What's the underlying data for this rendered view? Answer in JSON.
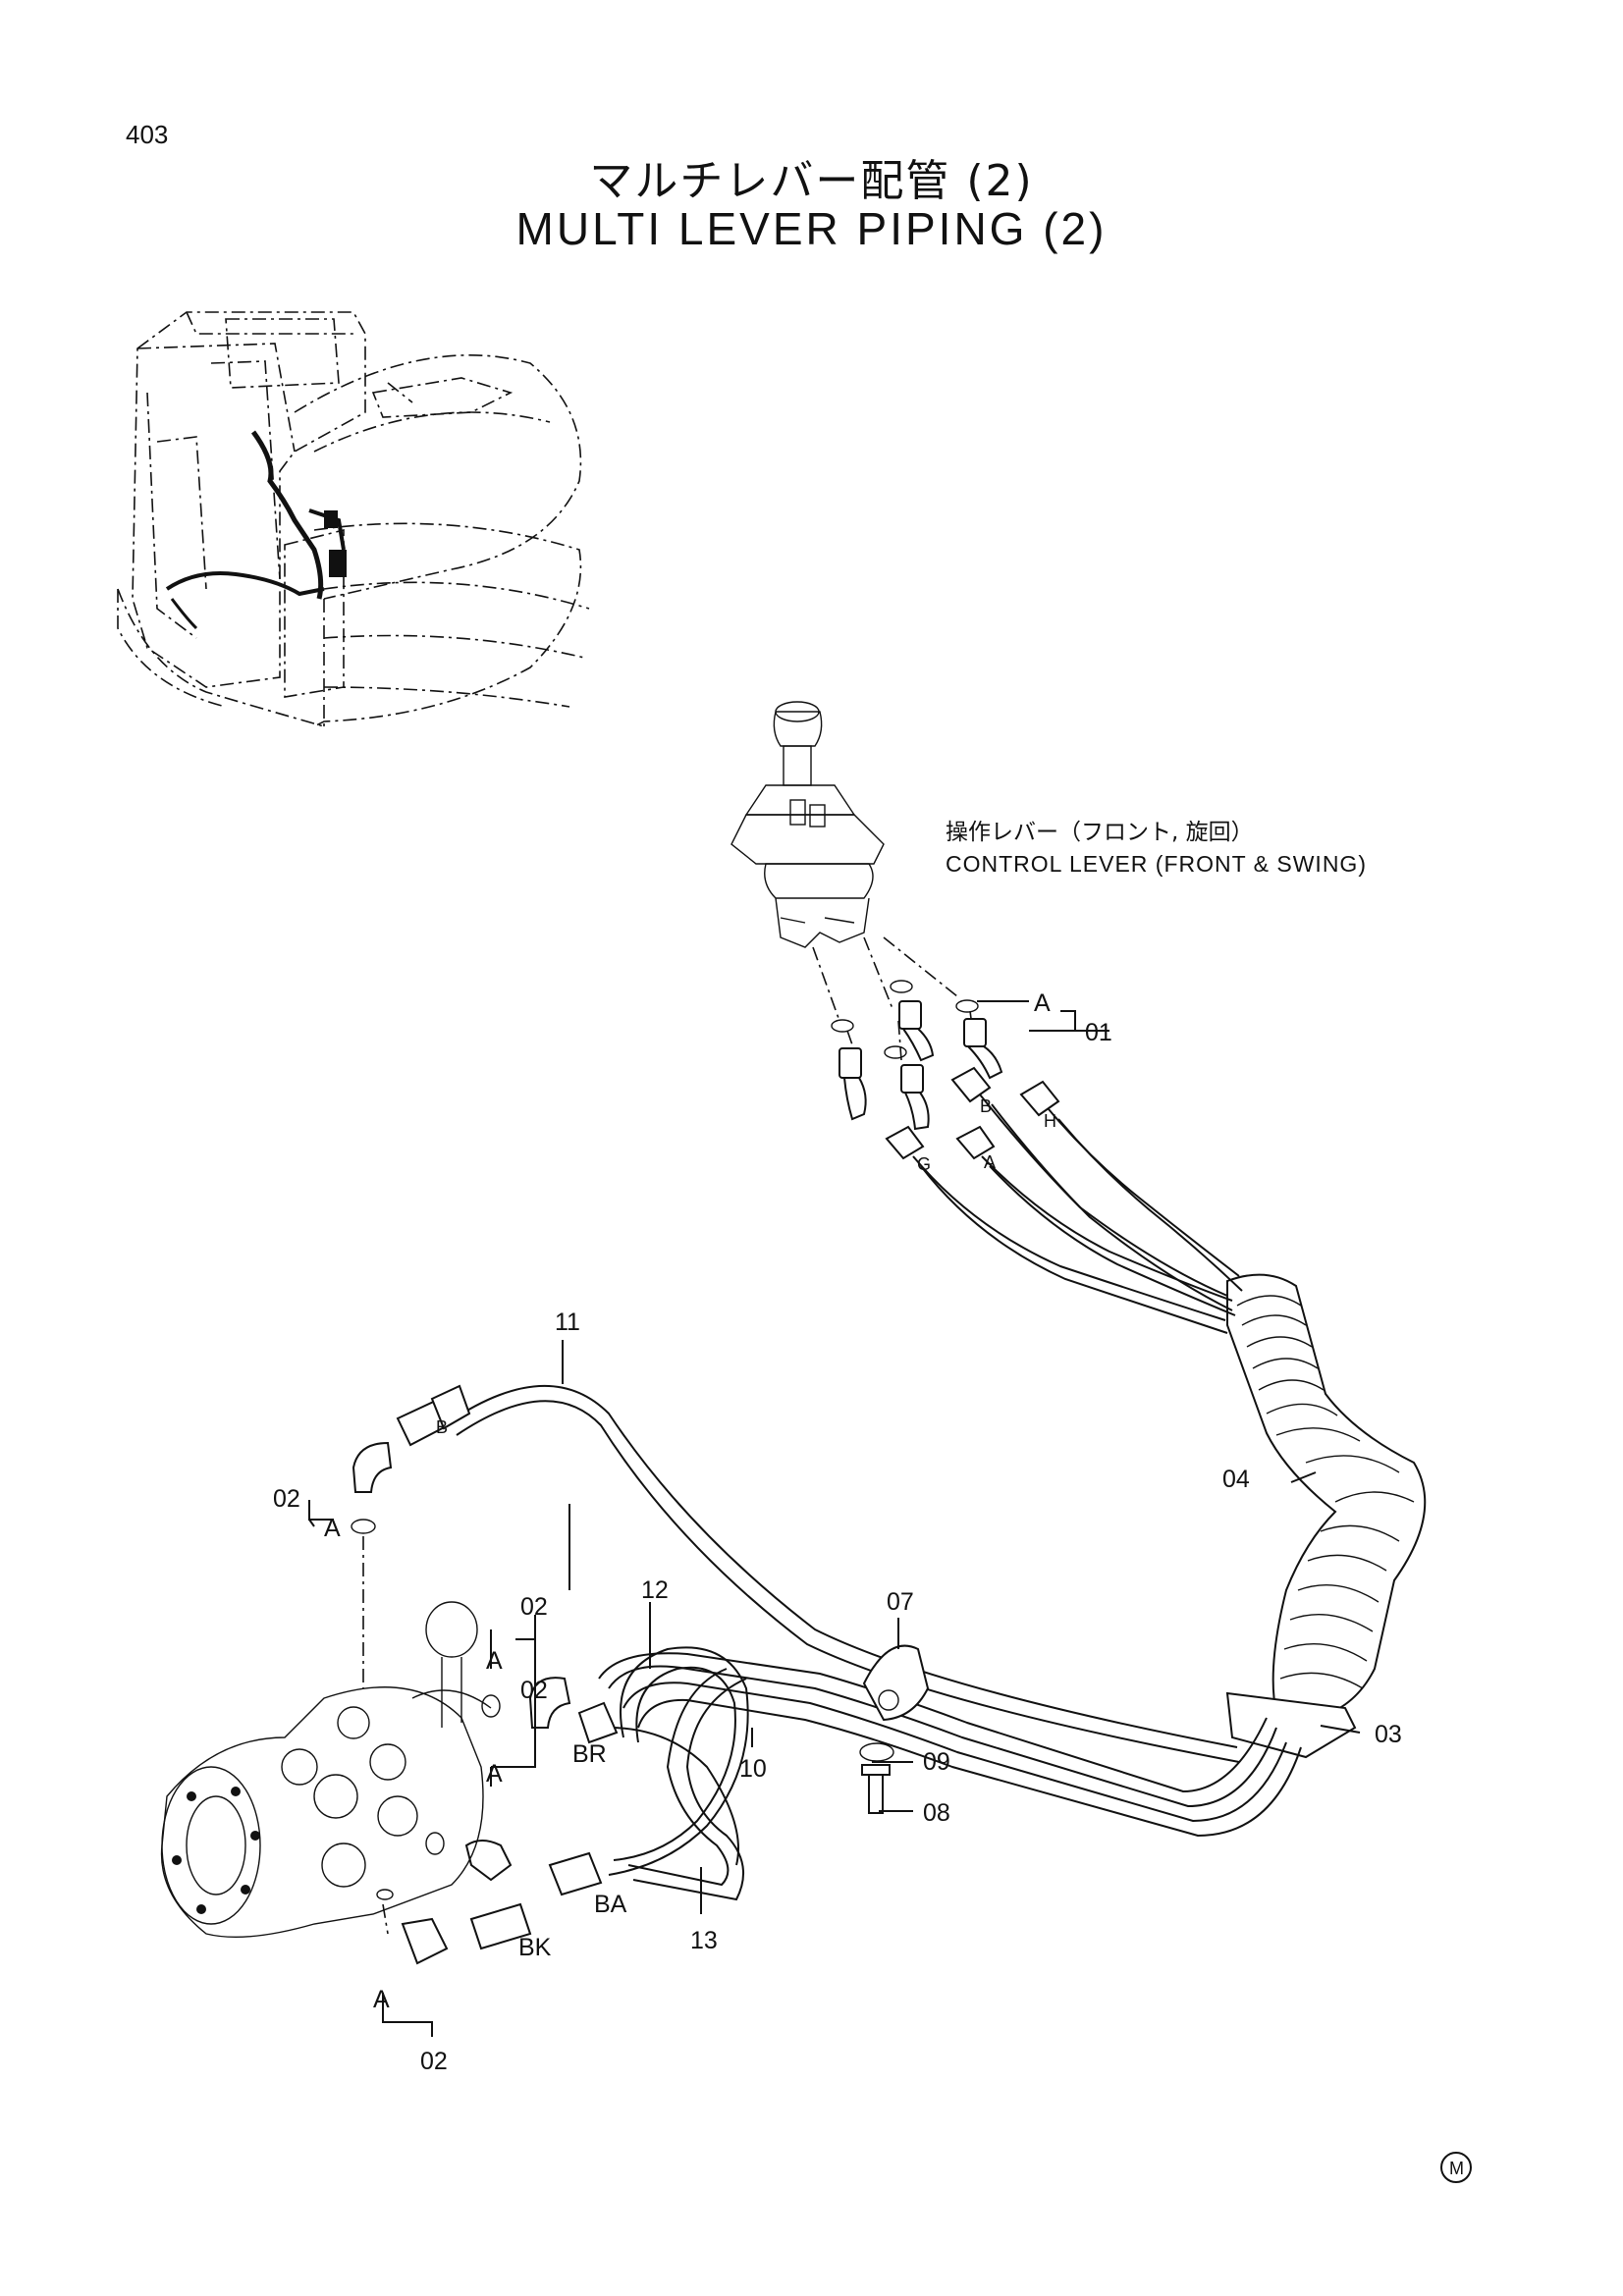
{
  "page_number": "403",
  "title_jp": "マルチレバー配管 (2)",
  "title_en": "MULTI LEVER PIPING (2)",
  "control_lever": {
    "label_jp": "操作レバー（フロント, 旋回）",
    "label_en": "CONTROL LEVER (FRONT & SWING)"
  },
  "callouts": {
    "c01": "01",
    "c02a": "02",
    "c02b": "02",
    "c02c": "02",
    "c02d": "02",
    "c03": "03",
    "c04": "04",
    "c07": "07",
    "c08": "08",
    "c09": "09",
    "c10": "10",
    "c11": "11",
    "c12": "12",
    "c13": "13"
  },
  "detail_marks": {
    "a1": "A",
    "a2": "A",
    "a3": "A",
    "a4": "A",
    "a5": "A"
  },
  "port_labels": {
    "B_top": "B",
    "H": "H",
    "G": "G",
    "A_top": "A",
    "B_motor": "B",
    "BR": "BR",
    "BA": "BA",
    "BK": "BK"
  },
  "footer_mark": "M"
}
